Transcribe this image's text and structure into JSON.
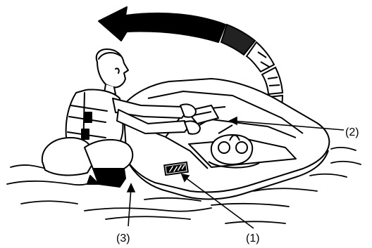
{
  "figure": {
    "callouts": [
      {
        "id": "1",
        "label": "(1)"
      },
      {
        "id": "2",
        "label": "(2)"
      },
      {
        "id": "3",
        "label": "(3)"
      }
    ],
    "colors": {
      "ink": "#000000",
      "paper": "#ffffff"
    },
    "icons": [
      "rotation-arrow-icon"
    ]
  }
}
